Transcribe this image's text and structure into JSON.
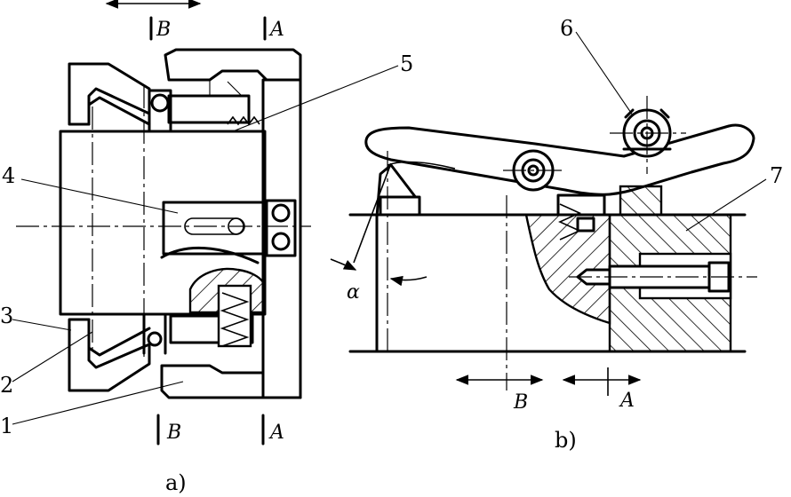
{
  "callouts": {
    "n1": "1",
    "n2": "2",
    "n3": "3",
    "n4": "4",
    "n5": "5",
    "n6": "6",
    "n7": "7"
  },
  "section_marks": {
    "A": "A",
    "B": "B"
  },
  "angle_label": "α",
  "views": {
    "a": "a)",
    "b": "b)"
  }
}
